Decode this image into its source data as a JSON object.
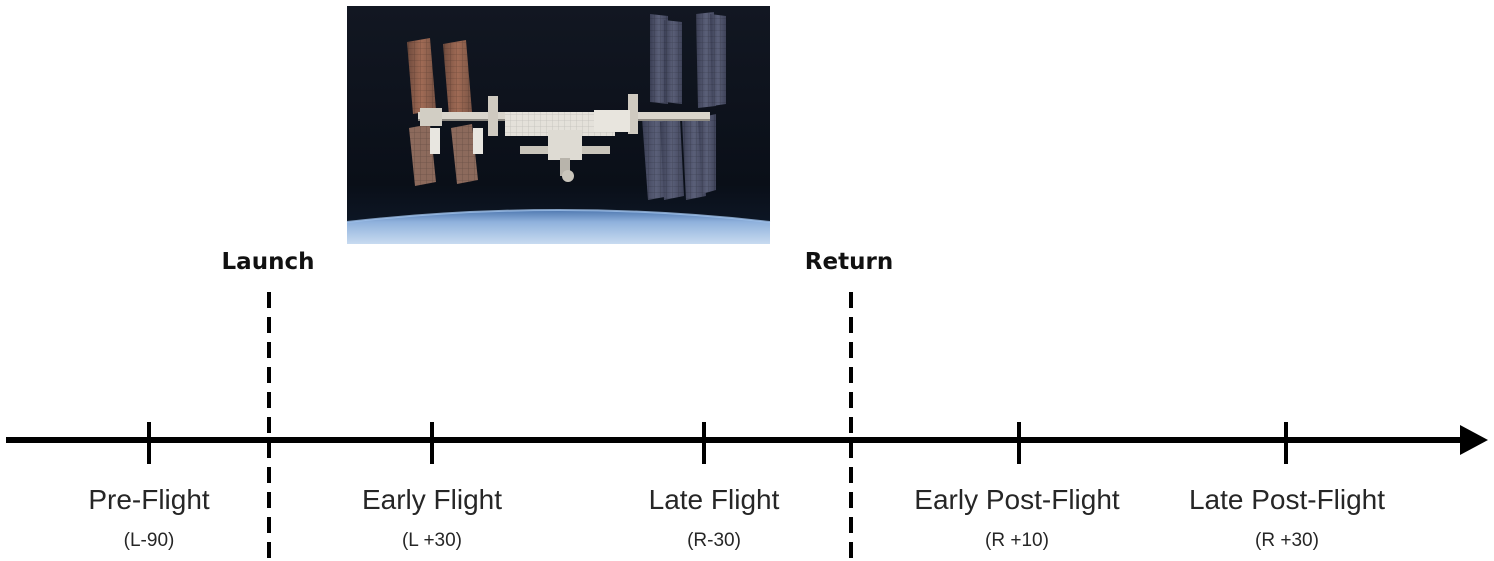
{
  "diagram": {
    "photo": {
      "subject": "international-space-station-photo",
      "colors": {
        "space": "#0b1018",
        "earth_glow": "#6d95c8",
        "earth": "#a7c3e6",
        "panel_brown": "#8a5a48",
        "panel_blue": "#4a4f66",
        "truss": "#d7d3c9"
      }
    },
    "milestones": [
      {
        "label": "Launch"
      },
      {
        "label": "Return"
      }
    ],
    "phases": [
      {
        "label": "Pre-Flight",
        "code": "(L-90)"
      },
      {
        "label": "Early Flight",
        "code": "(L +30)"
      },
      {
        "label": "Late Flight",
        "code": "(R-30)"
      },
      {
        "label": "Early Post-Flight",
        "code": "(R +10)"
      },
      {
        "label": "Late Post-Flight",
        "code": "(R +30)"
      }
    ],
    "colors": {
      "axis": "#000000",
      "text": "#262626"
    }
  }
}
